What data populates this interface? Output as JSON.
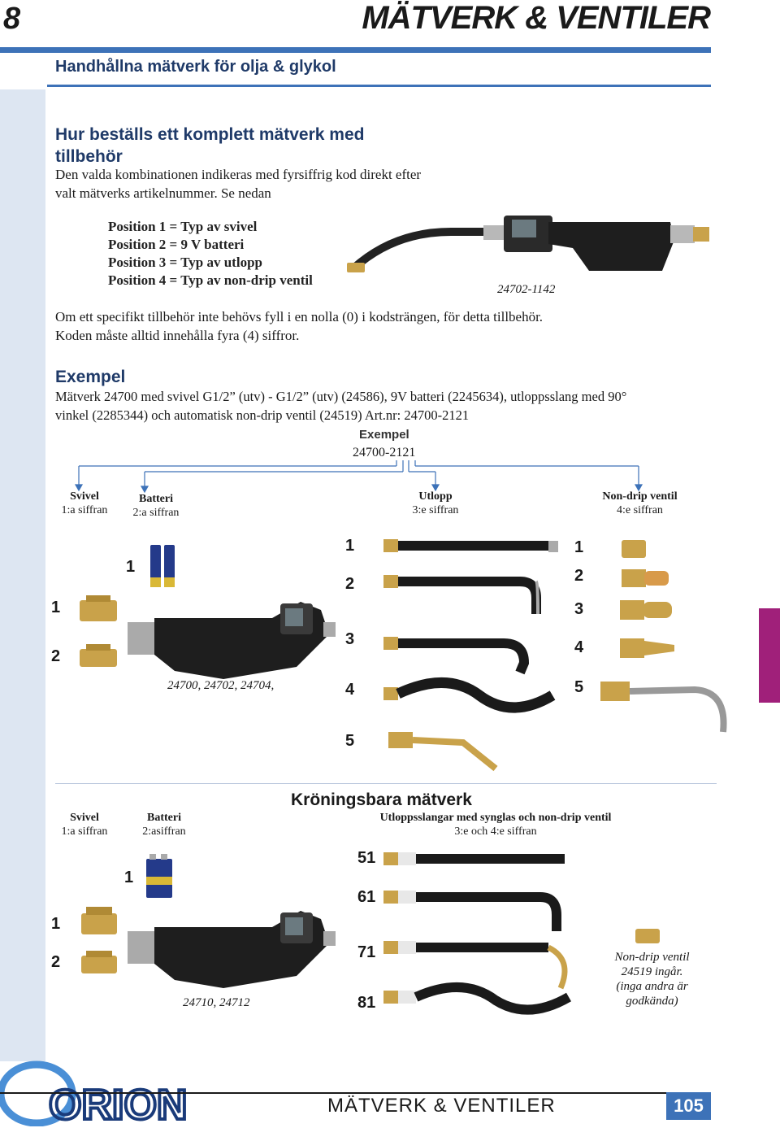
{
  "header": {
    "page_number": "8",
    "section_title": "MÄTVERK & VENTILER",
    "subtitle": "Handhållna mätverk för olja & glykol"
  },
  "intro": {
    "heading_line1": "Hur beställs ett komplett mätverk med",
    "heading_line2": "tillbehör",
    "text_line1": "Den valda kombinationen indikeras med fyrsiffrig kod direkt efter",
    "text_line2": "valt mätverks artikelnummer. Se nedan",
    "positions": [
      "Position 1 = Typ av svivel",
      "Position 2 = 9 V batteri",
      "Position 3 = Typ av utlopp",
      "Position 4 = Typ av non-drip ventil"
    ],
    "meter_code": "24702-1142",
    "note_line1": "Om ett specifikt tillbehör inte behövs fyll i en nolla (0) i kodsträngen, för detta tillbehör.",
    "note_line2": "Koden måste alltid innehålla fyra (4) siffror."
  },
  "example": {
    "heading": "Exempel",
    "text_line1": "Mätverk 24700 med svivel  G1/2” (utv) - G1/2” (utv) (24586), 9V batteri (2245634), utloppsslang med 90°",
    "text_line2": "vinkel (2285344) och automatisk non-drip ventil (24519)  Art.nr: 24700-2121",
    "code_label": "Exempel",
    "code": "24700-2121"
  },
  "section1": {
    "columns": [
      {
        "title": "Svivel",
        "sub": "1:a siffran"
      },
      {
        "title": "Batteri",
        "sub": "2:a siffran"
      },
      {
        "title": "Utlopp",
        "sub": "3:e siffran"
      },
      {
        "title": "Non-drip ventil",
        "sub": "4:e siffran"
      }
    ],
    "swivel_numbers": [
      "1",
      "2"
    ],
    "battery_numbers": [
      "1"
    ],
    "outlet_numbers": [
      "1",
      "2",
      "3",
      "4",
      "5"
    ],
    "valve_numbers": [
      "1",
      "2",
      "3",
      "4",
      "5"
    ],
    "models": "24700, 24702, 24704,"
  },
  "section2": {
    "heading": "Kröningsbara mätverk",
    "columns": [
      {
        "title": "Svivel",
        "sub": "1:a siffran"
      },
      {
        "title": "Batteri",
        "sub": "2:asiffran"
      },
      {
        "title": "Utloppsslangar med synglas och non-drip ventil",
        "sub": "3:e och 4:e siffran"
      }
    ],
    "swivel_numbers": [
      "1",
      "2"
    ],
    "battery_numbers": [
      "1"
    ],
    "hose_numbers": [
      "51",
      "61",
      "71",
      "81"
    ],
    "models": "24710, 24712",
    "valve_note": [
      "Non-drip ventil",
      "24519 ingår.",
      "(inga andra är",
      "godkända)"
    ]
  },
  "footer": {
    "logo": "ORION",
    "title": "MÄTVERK & VENTILER",
    "page": "105"
  },
  "colors": {
    "accent_blue": "#3d72b8",
    "heading_navy": "#1f3a68",
    "side_band": "#dde6f2",
    "magenta_tab": "#a0207a",
    "brass": "#c9a24a"
  }
}
